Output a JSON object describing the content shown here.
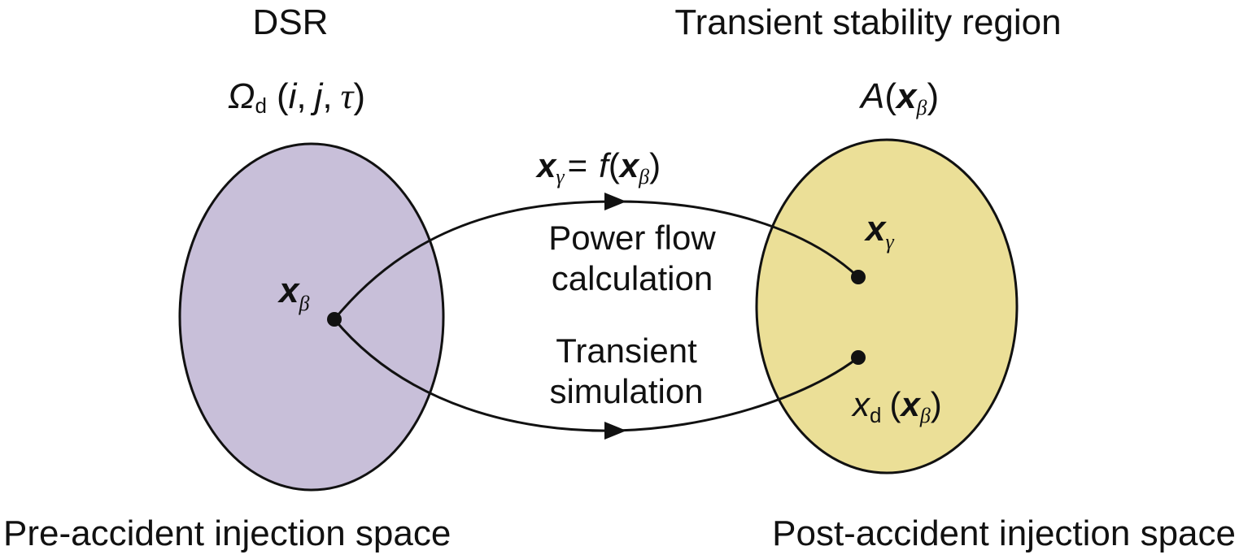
{
  "colors": {
    "left_region_fill": "#c8bfd9",
    "right_region_fill": "#ebdf97",
    "stroke": "#111111",
    "background": "#ffffff"
  },
  "left": {
    "title": "DSR",
    "symbol": {
      "main": "Ω",
      "sub": "d",
      "args_a": "(",
      "i": "i",
      "comma1": ",",
      "j": "j",
      "comma2": ",",
      "tau": "τ",
      "args_b": ")"
    },
    "point": {
      "main": "x",
      "sub": "β"
    },
    "space_label": "Pre-accident injection space"
  },
  "right": {
    "title": "Transient stability region",
    "symbol": {
      "main": "A",
      "open": "(",
      "x": "x",
      "sub": "β",
      "close": ")"
    },
    "point_gamma": {
      "main": "x",
      "sub": "γ"
    },
    "point_d": {
      "main": "x",
      "sub": "d",
      "open": "(",
      "x": "x",
      "xsub": "β",
      "close": ")"
    },
    "space_label": "Post-accident injection space"
  },
  "mapping": {
    "x": "x",
    "x_sub": "γ",
    "equals": "=",
    "f": "f",
    "open": "(",
    "arg": "x",
    "arg_sub": "β",
    "close": ")"
  },
  "upper_path": {
    "line1": "Power flow",
    "line2": "calculation"
  },
  "lower_path": {
    "line1": "Transient",
    "line2": "simulation"
  }
}
